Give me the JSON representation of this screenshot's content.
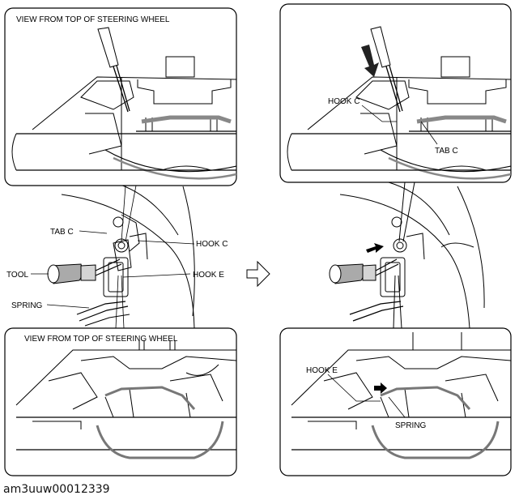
{
  "top_left_panel": {
    "caption": "VIEW FROM TOP OF STEERING WHEEL"
  },
  "bottom_left_panel": {
    "caption": "VIEW FROM TOP OF STEERING WHEEL"
  },
  "top_right_panel": {
    "hook_label": "HOOK C",
    "tab_label": "TAB C"
  },
  "bottom_right_panel": {
    "hook_label": "HOOK E",
    "spring_label": "SPRING"
  },
  "left_center": {
    "tab_c": "TAB C",
    "hook_c": "HOOK C",
    "tool": "TOOL",
    "hook_e": "HOOK E",
    "spring": "SPRING"
  },
  "figure_code": "am3uuw00012339"
}
